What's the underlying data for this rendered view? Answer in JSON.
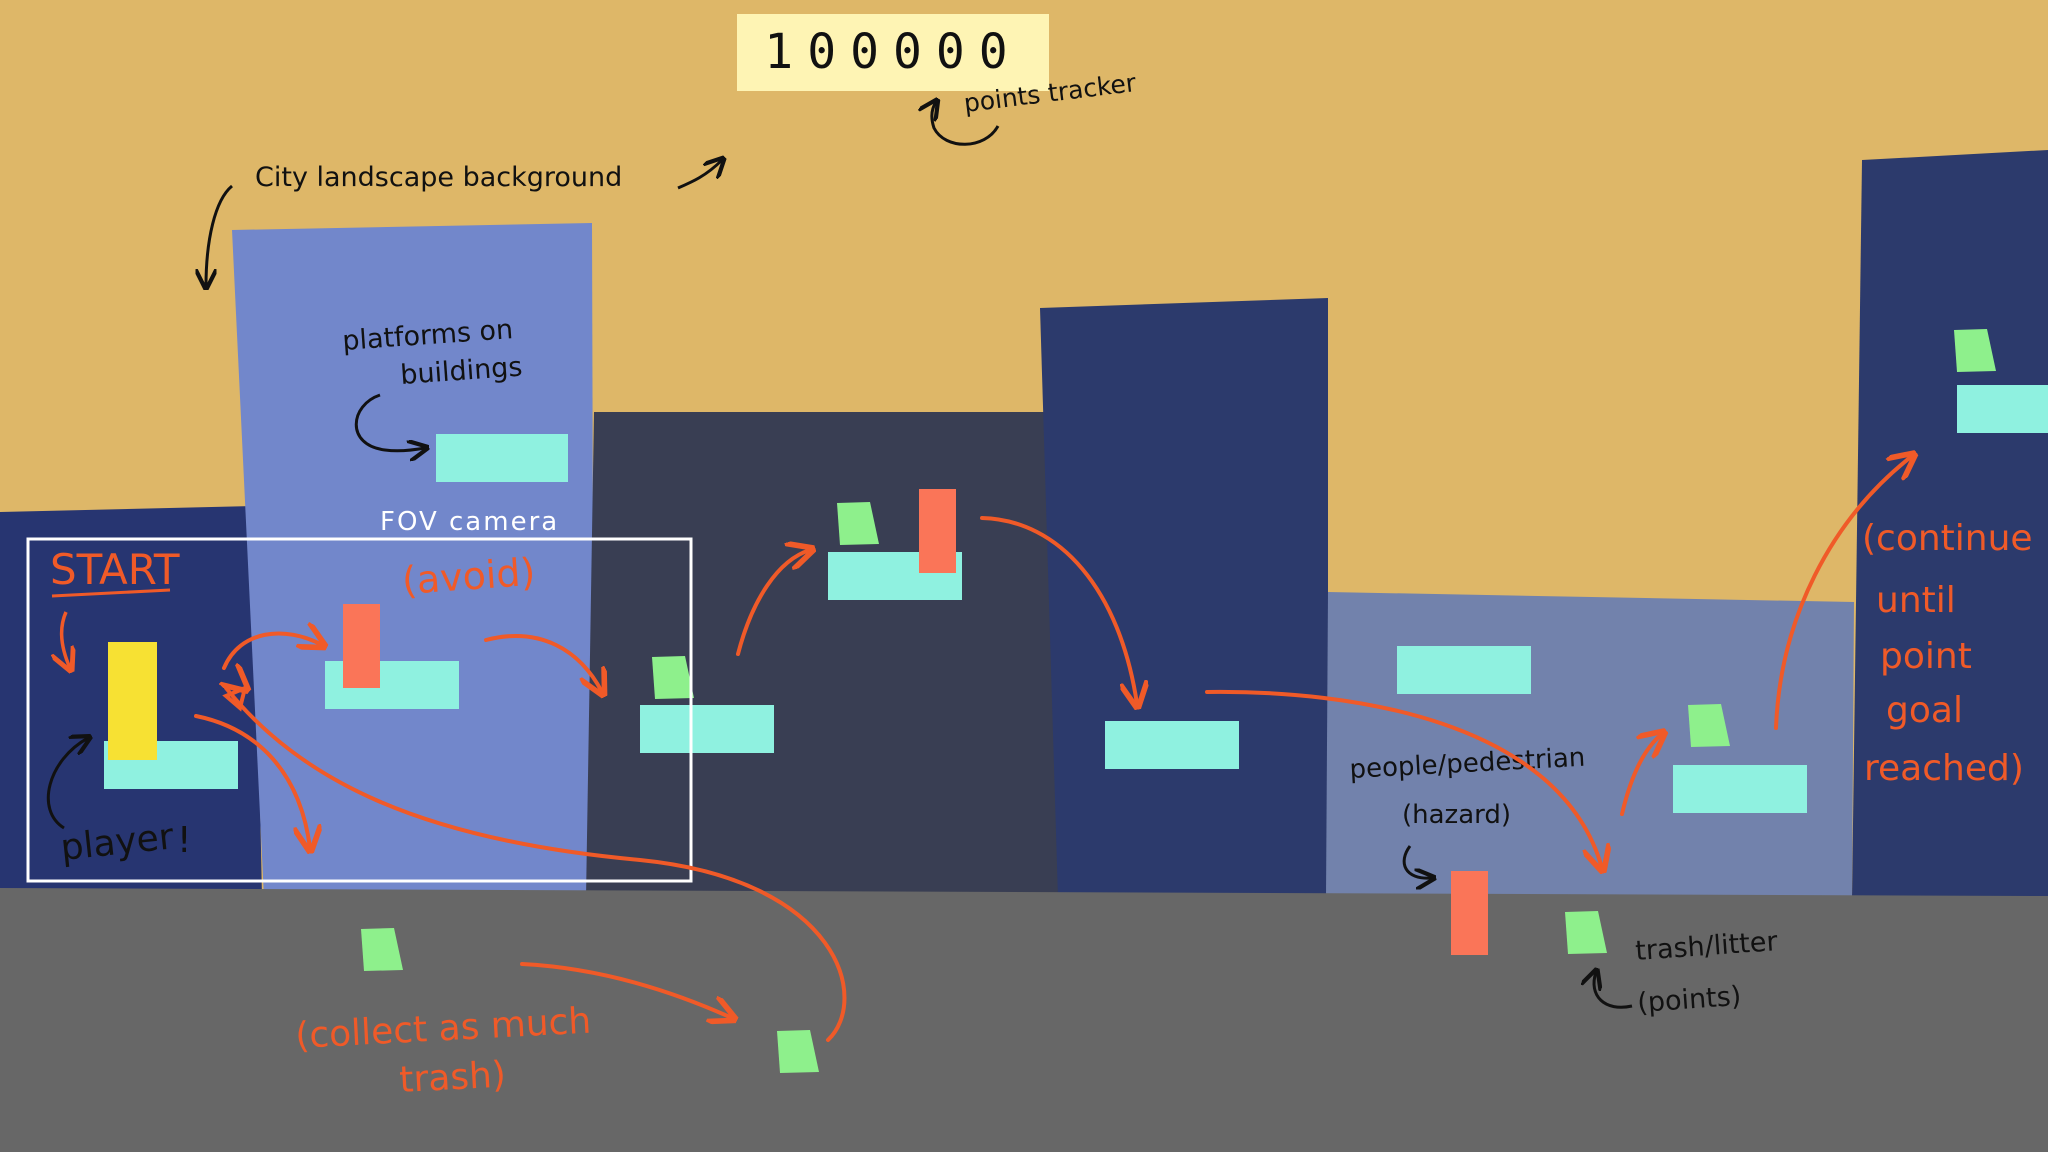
{
  "score": {
    "value": "100000",
    "label": "points tracker"
  },
  "annotations": {
    "background": "City landscape background",
    "platforms_line1": "platforms on",
    "platforms_line2": "buildings",
    "fov_camera": "FOV camera",
    "start": "START",
    "player": "player",
    "avoid": "(avoid)",
    "pedestrian_line1": "people/pedestrian",
    "pedestrian_line2": "(hazard)",
    "trash_line1": "trash/litter",
    "trash_line2": "(points)",
    "collect_line1": "(collect as much",
    "collect_line2": "trash)",
    "continue_line1": "(continue",
    "continue_line2": "until",
    "continue_line3": "point",
    "continue_line4": "goal",
    "continue_line5": "reached)"
  },
  "colors": {
    "sky": "#DEB768",
    "street": "#676767",
    "building_light_blue": "#7287CB",
    "building_navy": "#2C3A6C",
    "building_dark_gray": "#393E53",
    "building_steel": "#7282AC",
    "platform": "#8FF1E0",
    "trash": "#8EF08C",
    "hazard": "#FA7558",
    "player": "#F7E133",
    "annotation_orange": "#F05A28",
    "annotation_black": "#111111",
    "score_panel": "#FEF4B4"
  }
}
